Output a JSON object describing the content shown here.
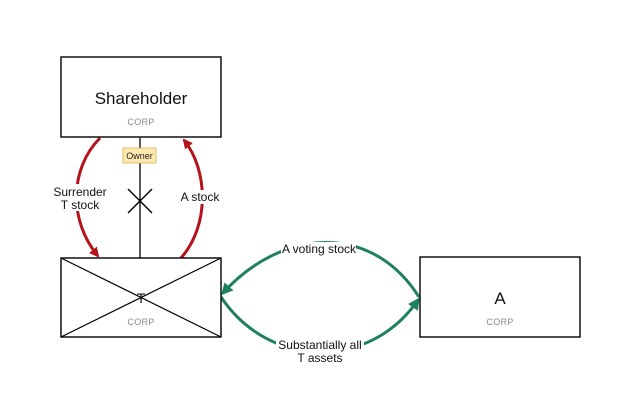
{
  "entities": {
    "shareholder": {
      "name": "Shareholder",
      "type": "CORP"
    },
    "t": {
      "name": "T",
      "type": "CORP"
    },
    "a": {
      "name": "A",
      "type": "CORP"
    }
  },
  "ownership": {
    "label": "Owner"
  },
  "edges": {
    "surrender": {
      "line1": "Surrender",
      "line2": "T stock"
    },
    "a_stock": {
      "label": "A stock"
    },
    "voting": {
      "label": "A voting stock"
    },
    "assets": {
      "line1": "Substantially all",
      "line2": "T assets"
    }
  },
  "colors": {
    "red_arrow": "#b5121b",
    "green_arrow": "#1e8060",
    "owner_badge_fill": "#fde9b0",
    "owner_badge_stroke": "#d9b24c",
    "box_stroke": "#000000"
  }
}
